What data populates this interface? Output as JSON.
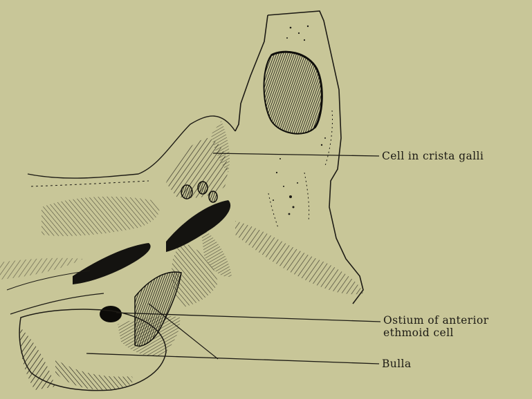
{
  "labels": {
    "crista_galli": "Cell in crista galli",
    "ostium_line1": "Ostium of anterior",
    "ostium_line2": "ethmoid cell",
    "bulla": "Bulla"
  },
  "colors": {
    "paper": "#c8c698",
    "ink": "#1c1a14"
  }
}
